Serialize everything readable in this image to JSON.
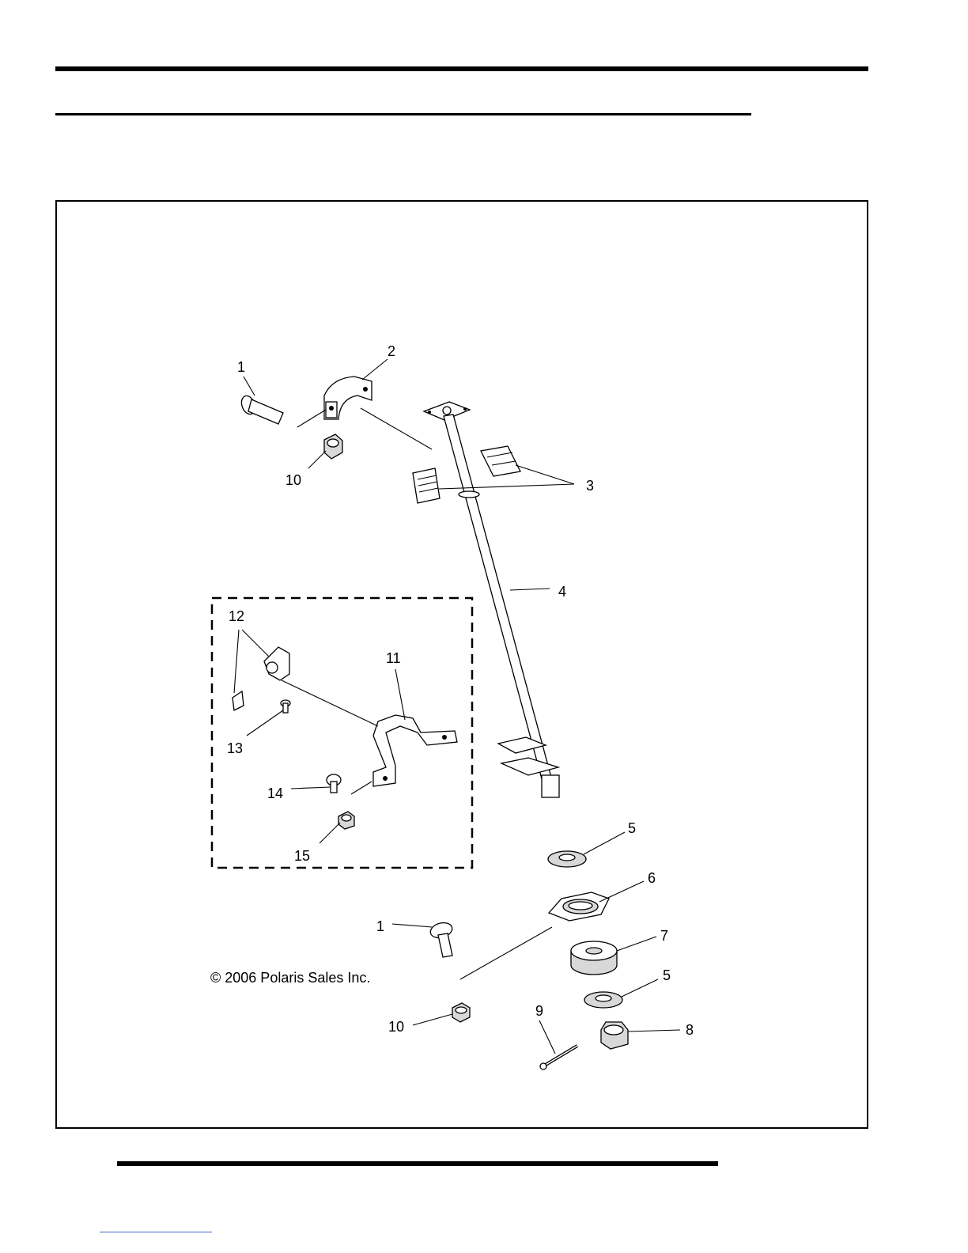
{
  "diagram": {
    "copyright": "© 2006 Polaris Sales Inc.",
    "callouts": [
      {
        "id": "c1a",
        "text": "1"
      },
      {
        "id": "c2",
        "text": "2"
      },
      {
        "id": "c10a",
        "text": "10"
      },
      {
        "id": "c3",
        "text": "3"
      },
      {
        "id": "c4",
        "text": "4"
      },
      {
        "id": "c12",
        "text": "12"
      },
      {
        "id": "c11",
        "text": "11"
      },
      {
        "id": "c13",
        "text": "13"
      },
      {
        "id": "c14",
        "text": "14"
      },
      {
        "id": "c15",
        "text": "15"
      },
      {
        "id": "c5a",
        "text": "5"
      },
      {
        "id": "c6",
        "text": "6"
      },
      {
        "id": "c1b",
        "text": "1"
      },
      {
        "id": "c7",
        "text": "7"
      },
      {
        "id": "c5b",
        "text": "5"
      },
      {
        "id": "c9",
        "text": "9"
      },
      {
        "id": "c10b",
        "text": "10"
      },
      {
        "id": "c8",
        "text": "8"
      }
    ]
  }
}
